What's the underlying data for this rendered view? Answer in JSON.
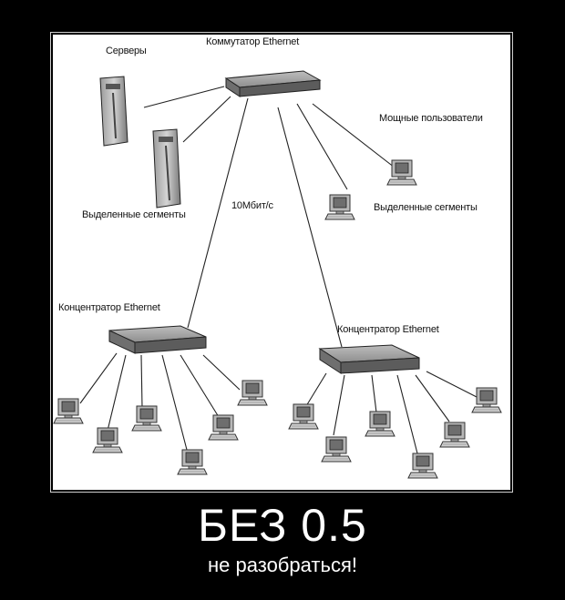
{
  "diagram": {
    "labels": {
      "servers": "Серверы",
      "switch": "Коммутатор Ethernet",
      "power_users": "Мощные пользователи",
      "dedicated_left": "Выделенные сегменты",
      "speed": "10Мбит/с",
      "dedicated_right": "Выделенные сегменты",
      "hub_left": "Концентратор Ethernet",
      "hub_right": "Концентратор Ethernet"
    }
  },
  "caption": {
    "title": "БЕЗ 0.5",
    "subtitle": "не разобраться!"
  }
}
